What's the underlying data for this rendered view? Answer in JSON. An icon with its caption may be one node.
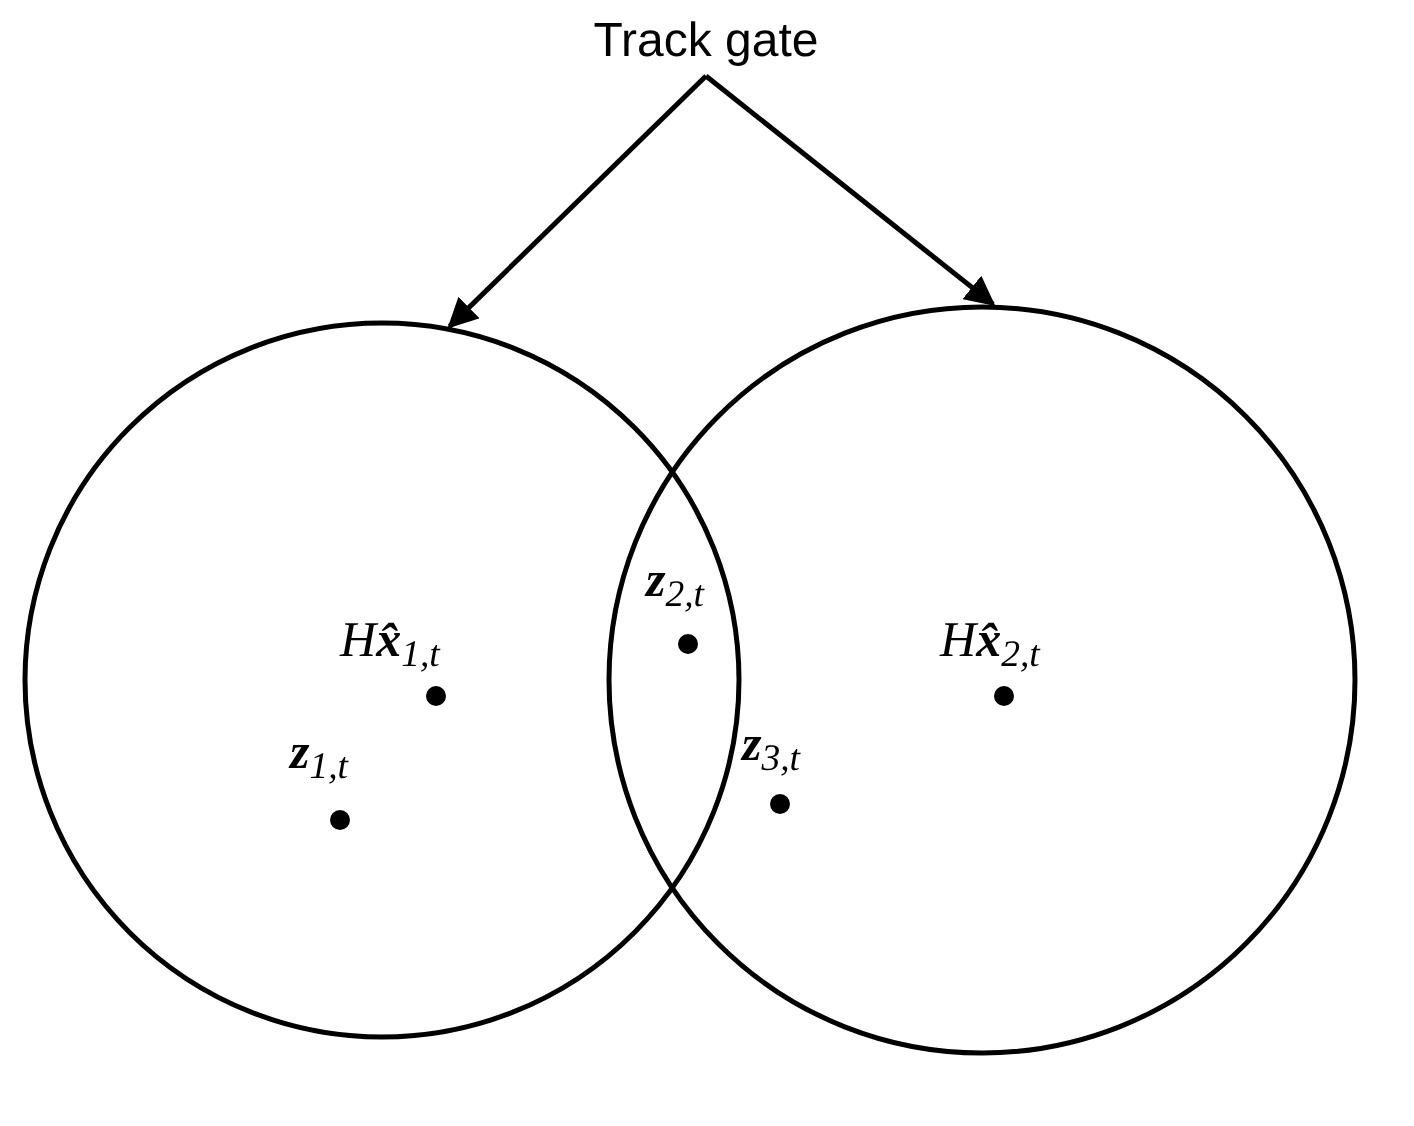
{
  "diagram": {
    "nodes": [
      {
        "text": [
          "Track gate"
        ]
      },
      {
        "text": [],
        "shape": "circle"
      },
      {
        "text": [],
        "shape": "circle"
      }
    ],
    "edges": [
      {
        "from": 0,
        "to": 1,
        "arrow": "to"
      },
      {
        "from": 0,
        "to": 2,
        "arrow": "to"
      }
    ],
    "labels": [
      "**z**$_{2,t}$",
      "H**x̂**$_{1,t}$",
      "H**x̂**$_{2,t}$",
      "**z**$_{1,t}$",
      "**z**$_{3,t}$"
    ]
  }
}
